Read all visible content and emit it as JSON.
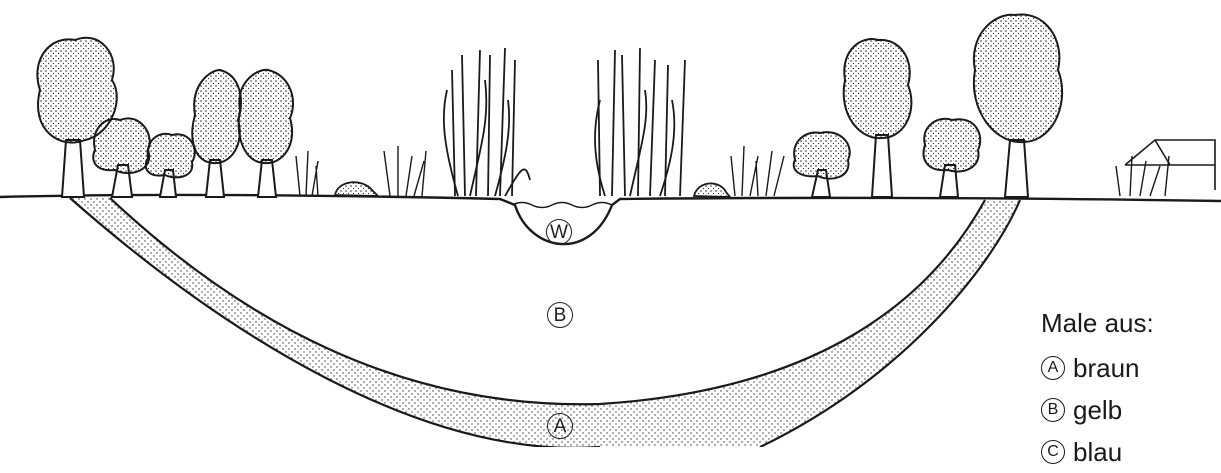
{
  "zones": {
    "water": "W",
    "sand": "B",
    "subsoil": "A"
  },
  "legend": {
    "title": "Male aus:",
    "items": [
      {
        "key": "A",
        "label": "braun"
      },
      {
        "key": "B",
        "label": "gelb"
      },
      {
        "key": "C",
        "label": "blau"
      }
    ]
  },
  "colors": {
    "ink": "#1a1a1a",
    "background": "#ffffff"
  }
}
